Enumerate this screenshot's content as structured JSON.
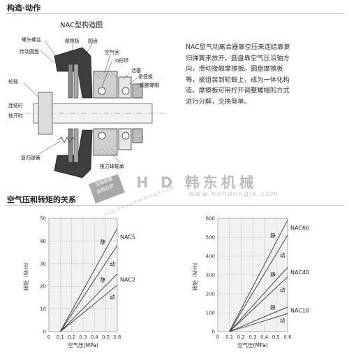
{
  "section1": {
    "title": "构造·动作"
  },
  "diagram": {
    "title": "NAC型构造图",
    "callouts": {
      "nut": "螺头螺丝",
      "drive_disc": "传动圆盘",
      "friction_plate": "摩擦板",
      "round_disc": "圆盘",
      "air_chamber": "空气室",
      "o_ring": "O形环",
      "piston": "活塞",
      "bearing_plate": "承受板",
      "adjust_nut": "调整螺帽",
      "hub": "轮毂",
      "engaged": "连结时",
      "released": "放开时",
      "return_spring": "复归弹簧",
      "thrust_bearing": "推力球轴承"
    }
  },
  "description": "NAC型气动离合器靠空压来连结靠复归弹簧来放开。圆盘靠空气压沿轴方向，滑动接触摩擦板。圆盘摩擦板等，被组装到轮毂上，成为一体化构造。摩擦板可用拧开调整螺帽的方式进行分解，交换简单。",
  "watermark": {
    "brand": "H D 韩东机械",
    "url": "www.handongjx.com",
    "stamp_line1": "实物拍摄",
    "stamp_line2": "盗用必究",
    "stamp_url": "http://www.handongjx.com"
  },
  "section2": {
    "title": "空气压和转矩的关系"
  },
  "chart_data": [
    {
      "type": "line",
      "xlabel": "空气压(MPa)",
      "ylabel": "转矩（N·m）",
      "xlim": [
        0,
        0.6
      ],
      "ylim": [
        0,
        50
      ],
      "xticks": [
        "0",
        "0.1",
        "0.2",
        "0.3",
        "0.4",
        "0.5",
        "0.6"
      ],
      "yticks": [
        "0",
        "10",
        "20",
        "30",
        "40",
        "50"
      ],
      "grid": true,
      "groups": [
        {
          "label": "NAC5",
          "series": [
            {
              "name": "静",
              "x": [
                0.1,
                0.6
              ],
              "y": [
                0,
                45.5
              ]
            },
            {
              "name": "动",
              "x": [
                0.1,
                0.6
              ],
              "y": [
                0,
                38
              ]
            }
          ]
        },
        {
          "label": "NAC2",
          "series": [
            {
              "name": "静",
              "x": [
                0.1,
                0.6
              ],
              "y": [
                0,
                25.5
              ]
            },
            {
              "name": "动",
              "x": [
                0.1,
                0.6
              ],
              "y": [
                0,
                20.5
              ]
            }
          ]
        }
      ]
    },
    {
      "type": "line",
      "xlabel": "空气压(MPa)",
      "ylabel": "转矩（N·m）",
      "xlim": [
        0,
        0.6
      ],
      "ylim": [
        0,
        600
      ],
      "xticks": [
        "0",
        "0.1",
        "0.2",
        "0.3",
        "0.4",
        "0.5",
        "0.6"
      ],
      "yticks": [
        "0",
        "100",
        "200",
        "300",
        "400",
        "500",
        "600"
      ],
      "grid": true,
      "groups": [
        {
          "label": "NAC60",
          "series": [
            {
              "name": "静",
              "x": [
                0.1,
                0.6
              ],
              "y": [
                0,
                590
              ]
            },
            {
              "name": "动",
              "x": [
                0.1,
                0.6
              ],
              "y": [
                0,
                510
              ]
            }
          ]
        },
        {
          "label": "NAC40",
          "series": [
            {
              "name": "静",
              "x": [
                0.1,
                0.6
              ],
              "y": [
                0,
                340
              ]
            },
            {
              "name": "动",
              "x": [
                0.1,
                0.6
              ],
              "y": [
                0,
                290
              ]
            }
          ]
        },
        {
          "label": "NAC10",
          "series": [
            {
              "name": "静",
              "x": [
                0.1,
                0.6
              ],
              "y": [
                0,
                130
              ]
            },
            {
              "name": "动",
              "x": [
                0.1,
                0.6
              ],
              "y": [
                0,
                95
              ]
            }
          ]
        }
      ]
    }
  ]
}
